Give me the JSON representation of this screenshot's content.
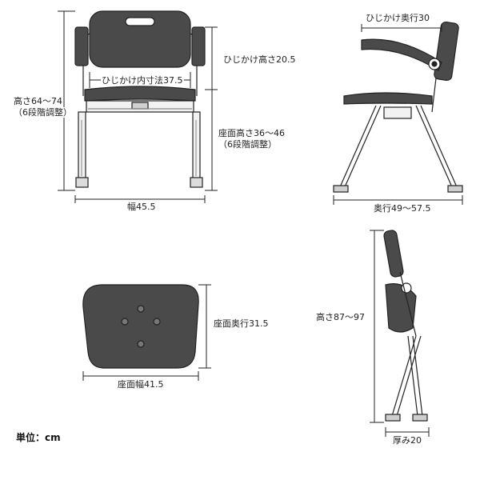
{
  "front_view": {
    "total_height_line1": "高さ64～74",
    "total_height_line2": "（6段階調整）",
    "armrest_height": "ひじかけ高さ20.5",
    "armrest_inner_width": "ひじかけ内寸法37.5",
    "seat_height_line1": "座面高さ36～46",
    "seat_height_line2": "（6段階調整）",
    "width": "幅45.5"
  },
  "side_view": {
    "armrest_depth": "ひじかけ奥行30",
    "depth": "奥行49～57.5"
  },
  "seat_top_view": {
    "seat_depth": "座面奥行31.5",
    "seat_width": "座面幅41.5"
  },
  "folded_view": {
    "height": "高さ87～97",
    "thickness": "厚み20"
  },
  "unit_label": "単位：cm",
  "colors": {
    "line": "#222222",
    "seat_fill": "#4a4a4a",
    "frame": "#e6e6e6"
  }
}
